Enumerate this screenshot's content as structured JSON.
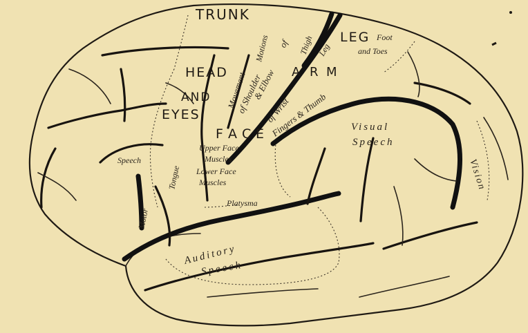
{
  "labels": {
    "trunk": "TRUNK",
    "head": "HEAD",
    "and": "AND",
    "eyes": "EYES",
    "face_a": "F",
    "face_b": "A",
    "face_c": "C",
    "face_d": "E",
    "arm_a": "A",
    "arm_b": "R",
    "arm_c": "M",
    "leg": "LEG",
    "foot": "Foot",
    "and_toes": "and Toes",
    "movement": "Movement",
    "of_shoulder": "of Shoulder",
    "elbow": "& Elbow",
    "motions": "Motions",
    "of": "of",
    "thigh": "Thigh",
    "leg_small": "Leg",
    "of_wrist": "of Wrist",
    "fingers_thumb": "Fingers & Thumb",
    "upper_face": "Upper Face",
    "muscles1": "Muscles",
    "lower_face": "Lower Face",
    "muscles2": "Muscles",
    "platysma": "Platysma",
    "tongue": "Tongue",
    "speech_top": "Speech",
    "motor": "Motor",
    "visual": "Visual",
    "speech_vis": "Speech",
    "vision": "Vision",
    "auditory": "Auditory",
    "speech_aud": "Speech"
  },
  "colors": {
    "paper": "#f0e2b2",
    "ink": "#1f1a14"
  }
}
